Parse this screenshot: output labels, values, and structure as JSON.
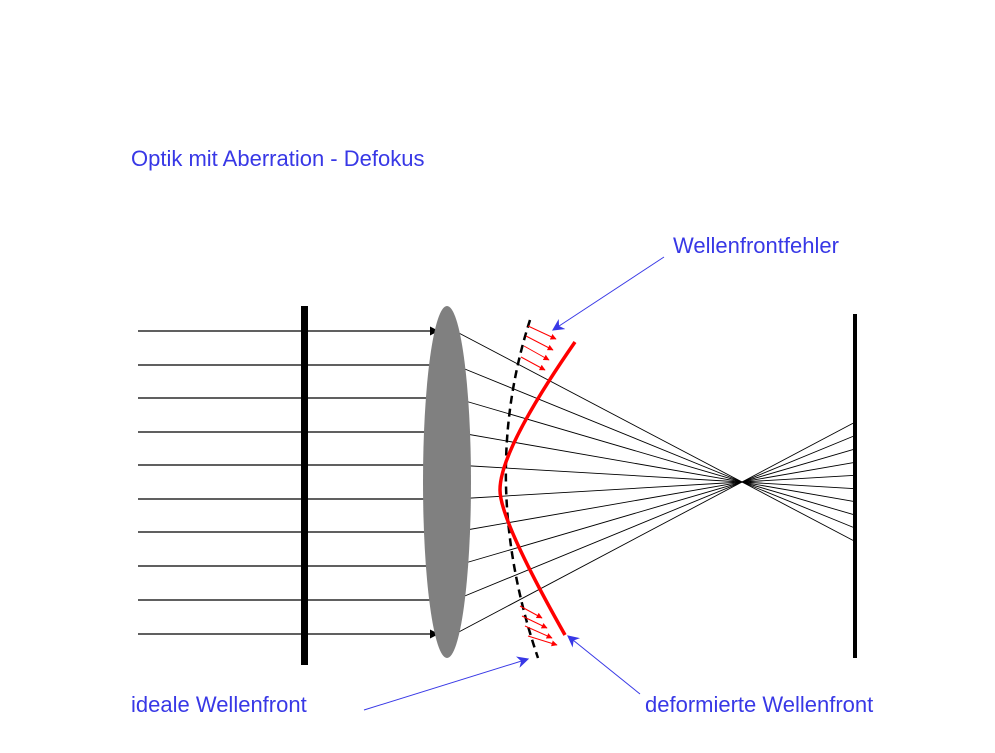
{
  "title": "Optik mit Aberration - Defokus",
  "labels": {
    "wavefront_error": "Wellenfrontfehler",
    "ideal_wavefront": "ideale Wellenfront",
    "deformed_wavefront": "deformierte Wellenfront"
  },
  "colors": {
    "text": "#3838e6",
    "lens": "#808080",
    "deformed_wavefront": "#ff0000",
    "rays": "#000000",
    "pointer_arrows": "#3838e6"
  }
}
